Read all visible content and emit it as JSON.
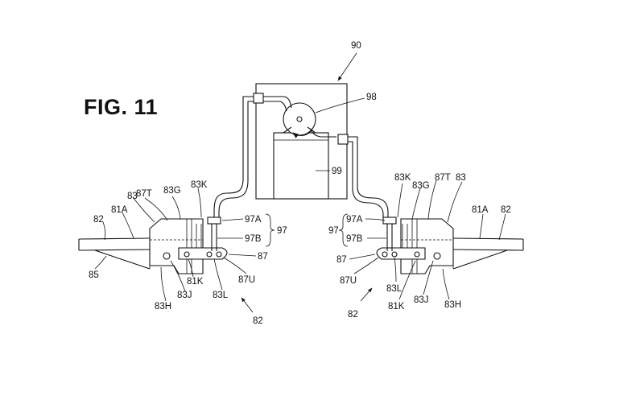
{
  "figure": {
    "title": "FIG. 11"
  },
  "labels": {
    "l90": "90",
    "l98": "98",
    "l99": "99",
    "l87T_left": "87T",
    "l83G_left": "83G",
    "l83K_left": "83K",
    "l83_left": "83",
    "l81A_left": "81A",
    "l82_left": "82",
    "l85": "85",
    "l97A_left": "97A",
    "l97_left": "97",
    "l97B_left": "97B",
    "l87_left": "87",
    "l81K_left": "81K",
    "l87U_left": "87U",
    "l83J_left": "83J",
    "l83H_left": "83H",
    "l83L_left": "83L",
    "l82_bottom_left": "82",
    "l83K_right": "83K",
    "l87T_right": "87T",
    "l83_right": "83",
    "l83G_right": "83G",
    "l81A_right": "81A",
    "l82_right": "82",
    "l97A_right": "97A",
    "l97_right": "97",
    "l97B_right": "97B",
    "l87_right": "87",
    "l87U_right": "87U",
    "l83L_right": "83L",
    "l81K_right": "81K",
    "l83J_right": "83J",
    "l83H_right": "83H",
    "l82_bottom_right": "82"
  }
}
